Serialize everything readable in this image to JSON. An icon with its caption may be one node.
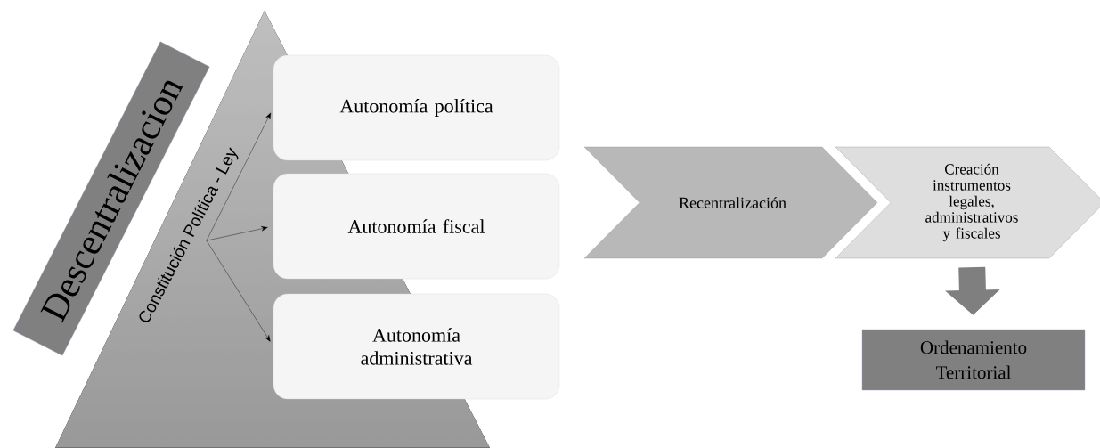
{
  "diagram": {
    "nodes": [
      {
        "text": [
          "Descentralizacion"
        ]
      },
      {
        "text": [
          "Constitución Política - Ley"
        ]
      },
      {
        "text": [
          "Autonomía política"
        ]
      },
      {
        "text": [
          "Autonomía fiscal"
        ]
      },
      {
        "text": [
          "Autonomía administrativa"
        ]
      },
      {
        "text": [
          "Recentralización"
        ]
      },
      {
        "text": [
          "Creación instrumentos legales, administrativos y fiscales"
        ]
      },
      {
        "text": [
          "Ordenamiento Territorial"
        ]
      }
    ],
    "edges": [
      {
        "from": 1,
        "to": 2,
        "arrow": "to"
      },
      {
        "from": 1,
        "to": 3,
        "arrow": "to"
      },
      {
        "from": 1,
        "to": 4,
        "arrow": "to"
      },
      {
        "from": 6,
        "to": 7,
        "arrow": "to",
        "style": "thick",
        "color": "#7f7f7f"
      }
    ]
  }
}
